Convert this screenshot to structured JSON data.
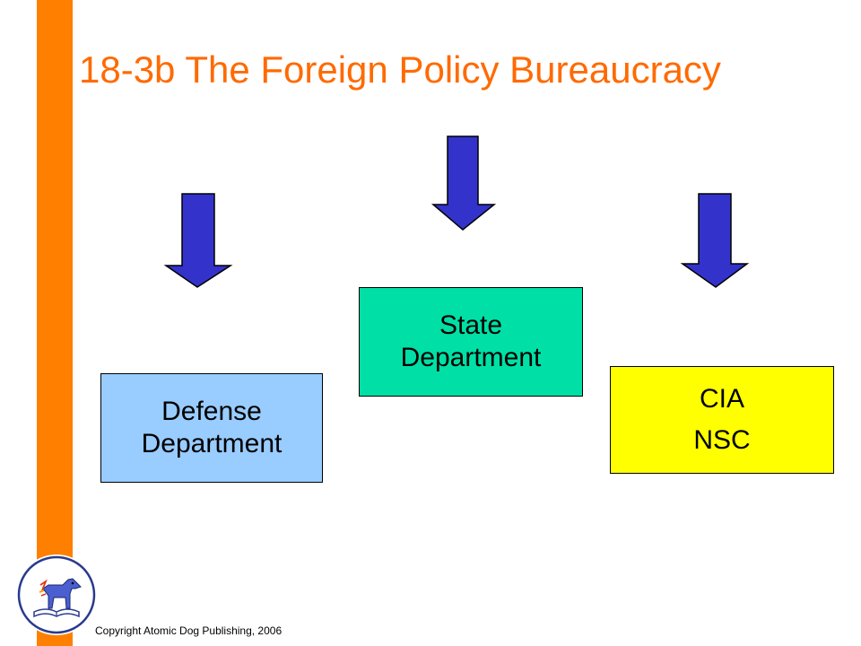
{
  "slide": {
    "title": "18-3b The Foreign Policy Bureaucracy",
    "copyright": "Copyright Atomic Dog Publishing, 2006"
  },
  "boxes": {
    "defense": {
      "line1": "Defense",
      "line2": "Department"
    },
    "state": {
      "line1": "State",
      "line2": "Department"
    },
    "cia": {
      "line1": "CIA",
      "line2": "NSC"
    }
  },
  "colors": {
    "accent_bar": "#ff7f00",
    "title": "#ff6a00",
    "arrow_fill": "#3333cc",
    "defense_box": "#99ccff",
    "state_box": "#00e0a6",
    "cia_box": "#ffff00"
  },
  "icons": {
    "logo": "atomic-dog-logo-icon",
    "arrow": "down-arrow-icon"
  }
}
